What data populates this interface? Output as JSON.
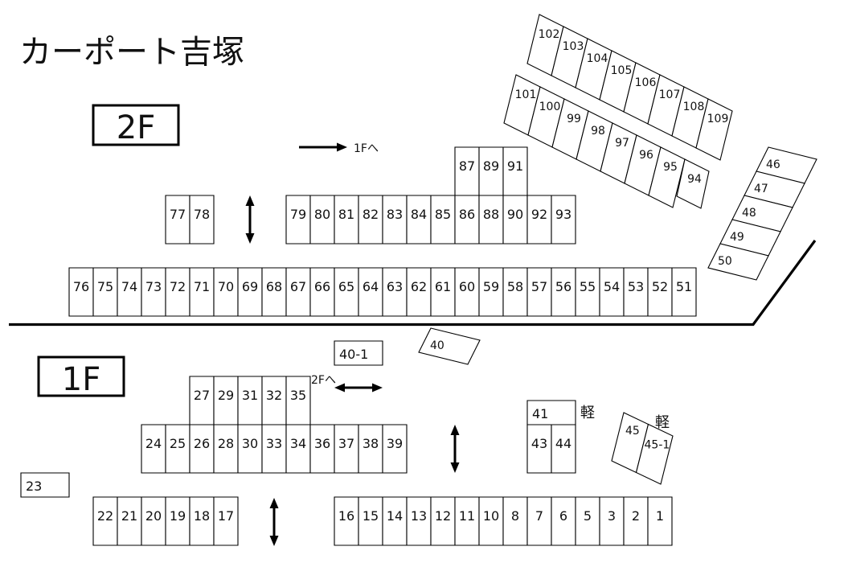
{
  "title": "カーポート吉塚",
  "colors": {
    "line": "#000000",
    "background": "#ffffff"
  },
  "floor_2f": {
    "label": "2F",
    "direction_label": "1Fへ",
    "groups": {
      "left_pair": [
        "77",
        "78"
      ],
      "middle_row": [
        "79",
        "80",
        "81",
        "82",
        "83",
        "84",
        "85",
        "86",
        "88",
        "90",
        "92",
        "93"
      ],
      "middle_upper": [
        "87",
        "89",
        "91"
      ],
      "long_row": [
        "76",
        "75",
        "74",
        "73",
        "72",
        "71",
        "70",
        "69",
        "68",
        "67",
        "66",
        "65",
        "64",
        "63",
        "62",
        "61",
        "60",
        "59",
        "58",
        "57",
        "56",
        "55",
        "54",
        "53",
        "52",
        "51"
      ],
      "angled_outer": [
        "102",
        "103",
        "104",
        "105",
        "106",
        "107",
        "108",
        "109"
      ],
      "angled_inner": [
        "101",
        "100",
        "99",
        "98",
        "97",
        "96",
        "95",
        "94"
      ],
      "angled_side": [
        "46",
        "47",
        "48",
        "49",
        "50"
      ]
    }
  },
  "floor_1f": {
    "label": "1F",
    "direction_label": "2Fへ",
    "kei_labels": [
      "軽",
      "軽"
    ],
    "groups": {
      "box_40_1": [
        "40-1"
      ],
      "angled_40": [
        "40"
      ],
      "upper_row": [
        "27",
        "29",
        "31",
        "32",
        "35"
      ],
      "middle_row": [
        "24",
        "25",
        "26",
        "28",
        "30",
        "33",
        "34",
        "36",
        "37",
        "38",
        "39"
      ],
      "left_single": [
        "23"
      ],
      "lower_left_row": [
        "22",
        "21",
        "20",
        "19",
        "18",
        "17"
      ],
      "lower_right_row": [
        "16",
        "15",
        "14",
        "13",
        "12",
        "11",
        "10",
        "8",
        "7",
        "6",
        "5",
        "3",
        "2",
        "1"
      ],
      "kei_top": [
        "41"
      ],
      "kei_pair": [
        "43",
        "44"
      ],
      "kei_angled": [
        "45",
        "45-1"
      ]
    }
  },
  "icons": {
    "direction_arrow": "right-arrow-icon",
    "two_way_vertical": "double-vertical-arrow-icon",
    "two_way_horizontal": "double-horizontal-arrow-icon"
  }
}
